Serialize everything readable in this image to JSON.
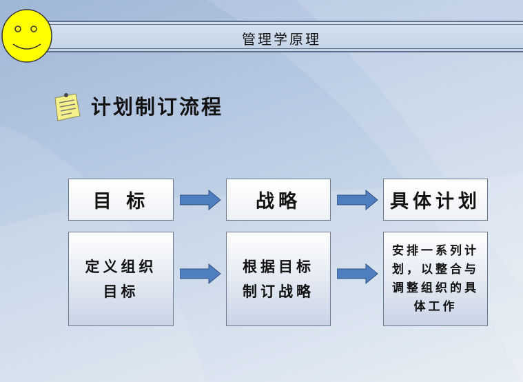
{
  "header": {
    "title": "管理学原理"
  },
  "section": {
    "title": "计划制订流程"
  },
  "flow": {
    "top": [
      "目 标",
      "战略",
      "具体计划"
    ],
    "bottom": [
      "定义组织目标",
      "根据目标制订战略",
      "安排一系列计划，以整合与调整组织的具体工作"
    ]
  },
  "colors": {
    "arrow": "#4f7fc0",
    "smiley": "#ffff00",
    "accent_line": "#5e6f8a"
  },
  "icons": [
    "smiley-face-icon",
    "sticky-note-icon",
    "right-arrow-icon"
  ]
}
